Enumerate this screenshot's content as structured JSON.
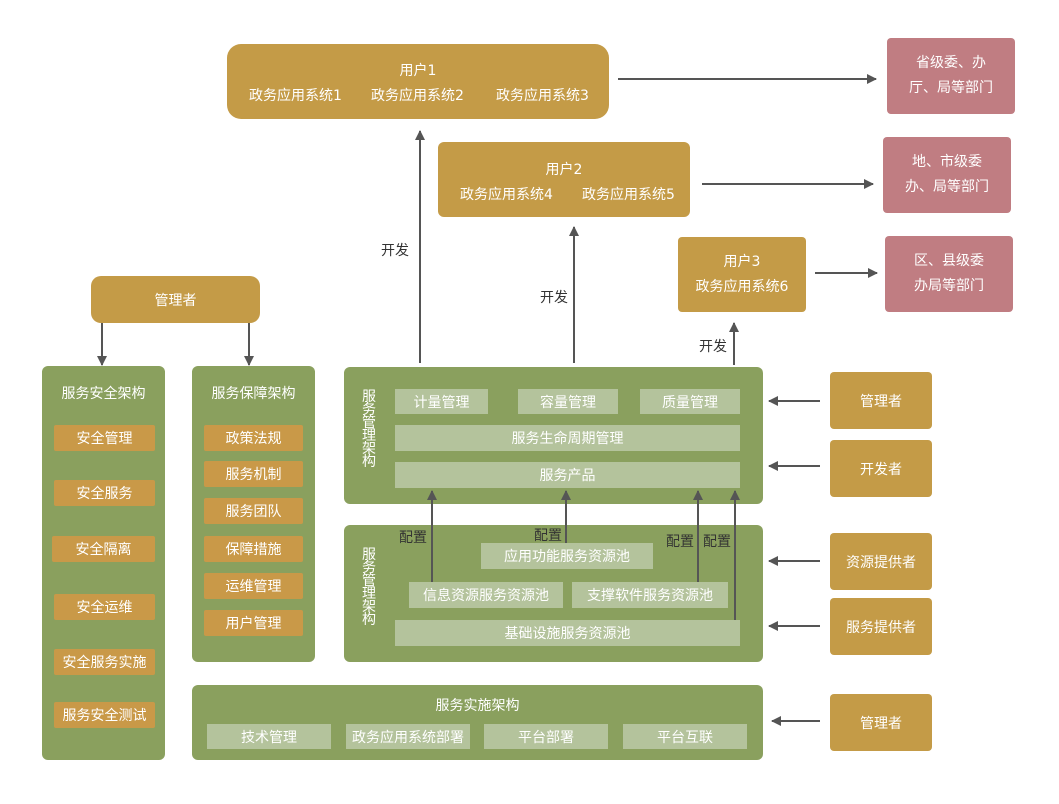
{
  "users": [
    {
      "name": "用户1",
      "systems": [
        "政务应用系统1",
        "政务应用系统2",
        "政务应用系统3"
      ]
    },
    {
      "name": "用户2",
      "systems": [
        "政务应用系统4",
        "政务应用系统5"
      ]
    },
    {
      "name": "用户3",
      "systems": [
        "政务应用系统6"
      ]
    }
  ],
  "departments": [
    {
      "line1": "省级委、办",
      "line2": "厅、局等部门"
    },
    {
      "line1": "地、市级委",
      "line2": "办、局等部门"
    },
    {
      "line1": "区、县级委",
      "line2": "办局等部门"
    }
  ],
  "develop_label": "开发",
  "configure_label": "配置",
  "admin_top": "管理者",
  "security": {
    "title": "服务安全架构",
    "items": [
      "安全管理",
      "安全服务",
      "安全隔离",
      "安全运维",
      "安全服务实施",
      "服务安全测试"
    ]
  },
  "guarantee": {
    "title": "服务保障架构",
    "items": [
      "政策法规",
      "服务机制",
      "服务团队",
      "保障措施",
      "运维管理",
      "用户管理"
    ]
  },
  "management": {
    "title": "服务管理架构",
    "top_items": [
      "计量管理",
      "容量管理",
      "质量管理"
    ],
    "lifecycle": "服务生命周期管理",
    "product": "服务产品"
  },
  "resources": {
    "title": "服务管理架构",
    "app_pool": "应用功能服务资源池",
    "info_pool": "信息资源服务资源池",
    "software_pool": "支撑软件服务资源池",
    "infra_pool": "基础设施服务资源池"
  },
  "implementation": {
    "title": "服务实施架构",
    "items": [
      "技术管理",
      "政务应用系统部署",
      "平台部署",
      "平台互联"
    ]
  },
  "roles": [
    "管理者",
    "开发者",
    "资源提供者",
    "服务提供者",
    "管理者"
  ],
  "colors": {
    "gold": "#c49b47",
    "pink": "#c07d82",
    "green": "#8aa05e",
    "orange": "#c99948",
    "sage": "#b4c39c",
    "arrow": "#555555"
  }
}
